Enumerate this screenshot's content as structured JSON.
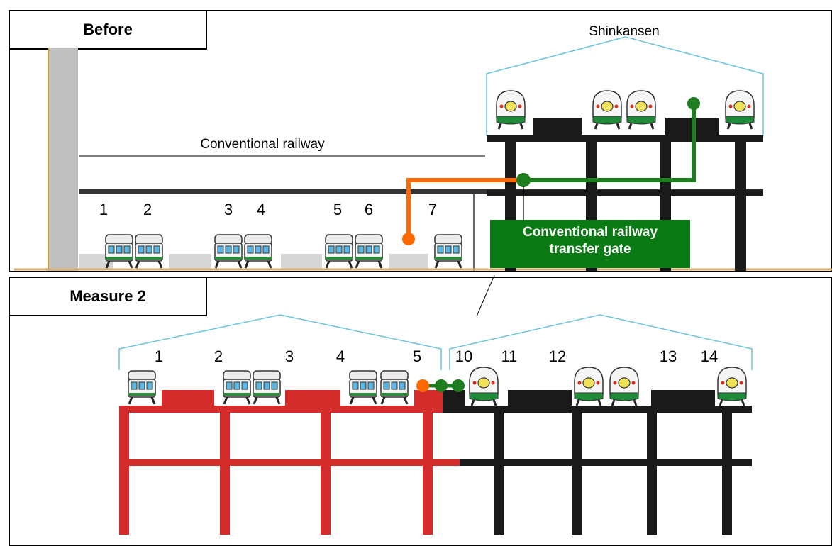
{
  "panels": {
    "before": {
      "label": "Before"
    },
    "measure": {
      "label": "Measure 2"
    }
  },
  "labels": {
    "shinkansen": "Shinkansen",
    "conventional": "Conventional railway",
    "gate_line1": "Conventional railway",
    "gate_line2": "transfer gate"
  },
  "before_tracks": [
    "1",
    "2",
    "3",
    "4",
    "5",
    "6",
    "7"
  ],
  "measure_tracks": [
    "1",
    "2",
    "3",
    "4",
    "5",
    "10",
    "11",
    "12",
    "13",
    "14"
  ],
  "colors": {
    "gate_green": "#0a7a14",
    "route_orange": "#ff6a00",
    "route_green": "#1e7d1e",
    "conventional_structure": "#d42b2b",
    "shinkansen_structure": "#1a1a1a",
    "roof": "#6cc4dc"
  }
}
